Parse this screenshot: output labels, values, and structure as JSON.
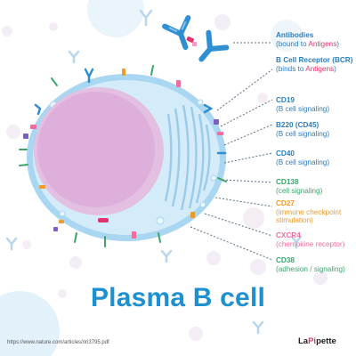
{
  "title": "Plasma B cell",
  "source": "https://www.nature.com/articles/nri3795.pdf",
  "brand": {
    "prefix": "La",
    "accent": "Pi",
    "suffix": "pette"
  },
  "colors": {
    "title": "#1e8fd0",
    "highlight": "#e2336b",
    "membrane": "#8cc8ea",
    "cytoplasm": "#cfe9f7",
    "nucleus": "#d38ac7",
    "blue_label": "#2b7ec1",
    "green_label": "#3aa66b",
    "orange_label": "#f09a2c",
    "pink_label": "#ef6e9d"
  },
  "labels": [
    {
      "id": "antibodies",
      "name": "Antibodies",
      "desc_before": "(bound to ",
      "desc_highlight": "Antigens",
      "desc_after": ")",
      "color": "#2b7ec1"
    },
    {
      "id": "bcr",
      "name": "B Cell Receptor (BCR)",
      "desc_before": "(binds to ",
      "desc_highlight": "Antigens",
      "desc_after": ")",
      "color": "#2b7ec1"
    },
    {
      "id": "cd19",
      "name": "CD19",
      "desc_before": "(B cell signaling)",
      "desc_highlight": "",
      "desc_after": "",
      "color": "#2b7ec1"
    },
    {
      "id": "b220",
      "name": "B220 (CD45)",
      "desc_before": "(B cell signaling)",
      "desc_highlight": "",
      "desc_after": "",
      "color": "#2b7ec1"
    },
    {
      "id": "cd40",
      "name": "CD40",
      "desc_before": "(B cell signaling)",
      "desc_highlight": "",
      "desc_after": "",
      "color": "#2b7ec1"
    },
    {
      "id": "cd138",
      "name": "CD138",
      "desc_before": "(cell signaling)",
      "desc_highlight": "",
      "desc_after": "",
      "color": "#3aa66b"
    },
    {
      "id": "cd27",
      "name": "CD27",
      "desc_before": "(immune checkpoint stimulation)",
      "desc_highlight": "",
      "desc_after": "",
      "color": "#f09a2c"
    },
    {
      "id": "cxcr4",
      "name": "CXCR4",
      "desc_before": "(chemokine receptor)",
      "desc_highlight": "",
      "desc_after": "",
      "color": "#ef6e9d"
    },
    {
      "id": "cd38",
      "name": "CD38",
      "desc_before": "(adhesion / signaling)",
      "desc_highlight": "",
      "desc_after": "",
      "color": "#3aa66b"
    }
  ]
}
